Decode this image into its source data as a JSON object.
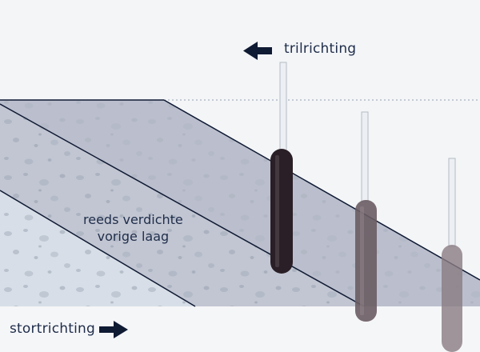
{
  "labels": {
    "vibration_direction": "trilrichting",
    "pouring_direction": "stortrichting",
    "previous_layer_line1": "reeds verdichte",
    "previous_layer_line2": "vorige laag"
  },
  "colors": {
    "background": "#f3f5f7",
    "concrete_old": "#d6dde6",
    "concrete_new_layer": "#b9bcc9",
    "layer_edge": "#0f1a33",
    "arrow": "#0f1a33",
    "text": "#1f2d4a",
    "vibrator_dark": "#2a1f26",
    "vibrator_mid": "#5e5058",
    "vibrator_light": "#8c7e84",
    "rod": "#ebeef2"
  },
  "icons": {
    "vibration_arrow": "arrow-left-icon",
    "pouring_arrow": "arrow-right-icon"
  }
}
